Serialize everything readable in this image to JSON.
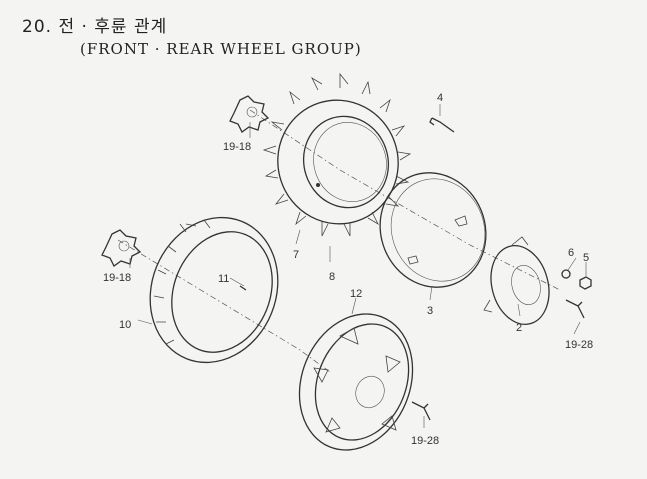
{
  "header": {
    "title_ko": "20. 전 · 후륜 관계",
    "title_en": "(FRONT · REAR WHEEL GROUP)"
  },
  "callouts": {
    "p19_18_top": "19-18",
    "p4": "4",
    "p7": "7",
    "p8": "8",
    "p19_18_left": "19-18",
    "p11": "11",
    "p10": "10",
    "p6": "6",
    "p5": "5",
    "p3": "3",
    "p2": "2",
    "p19_28_right": "19-28",
    "p12": "12",
    "p19_28_bottom": "19-28"
  }
}
